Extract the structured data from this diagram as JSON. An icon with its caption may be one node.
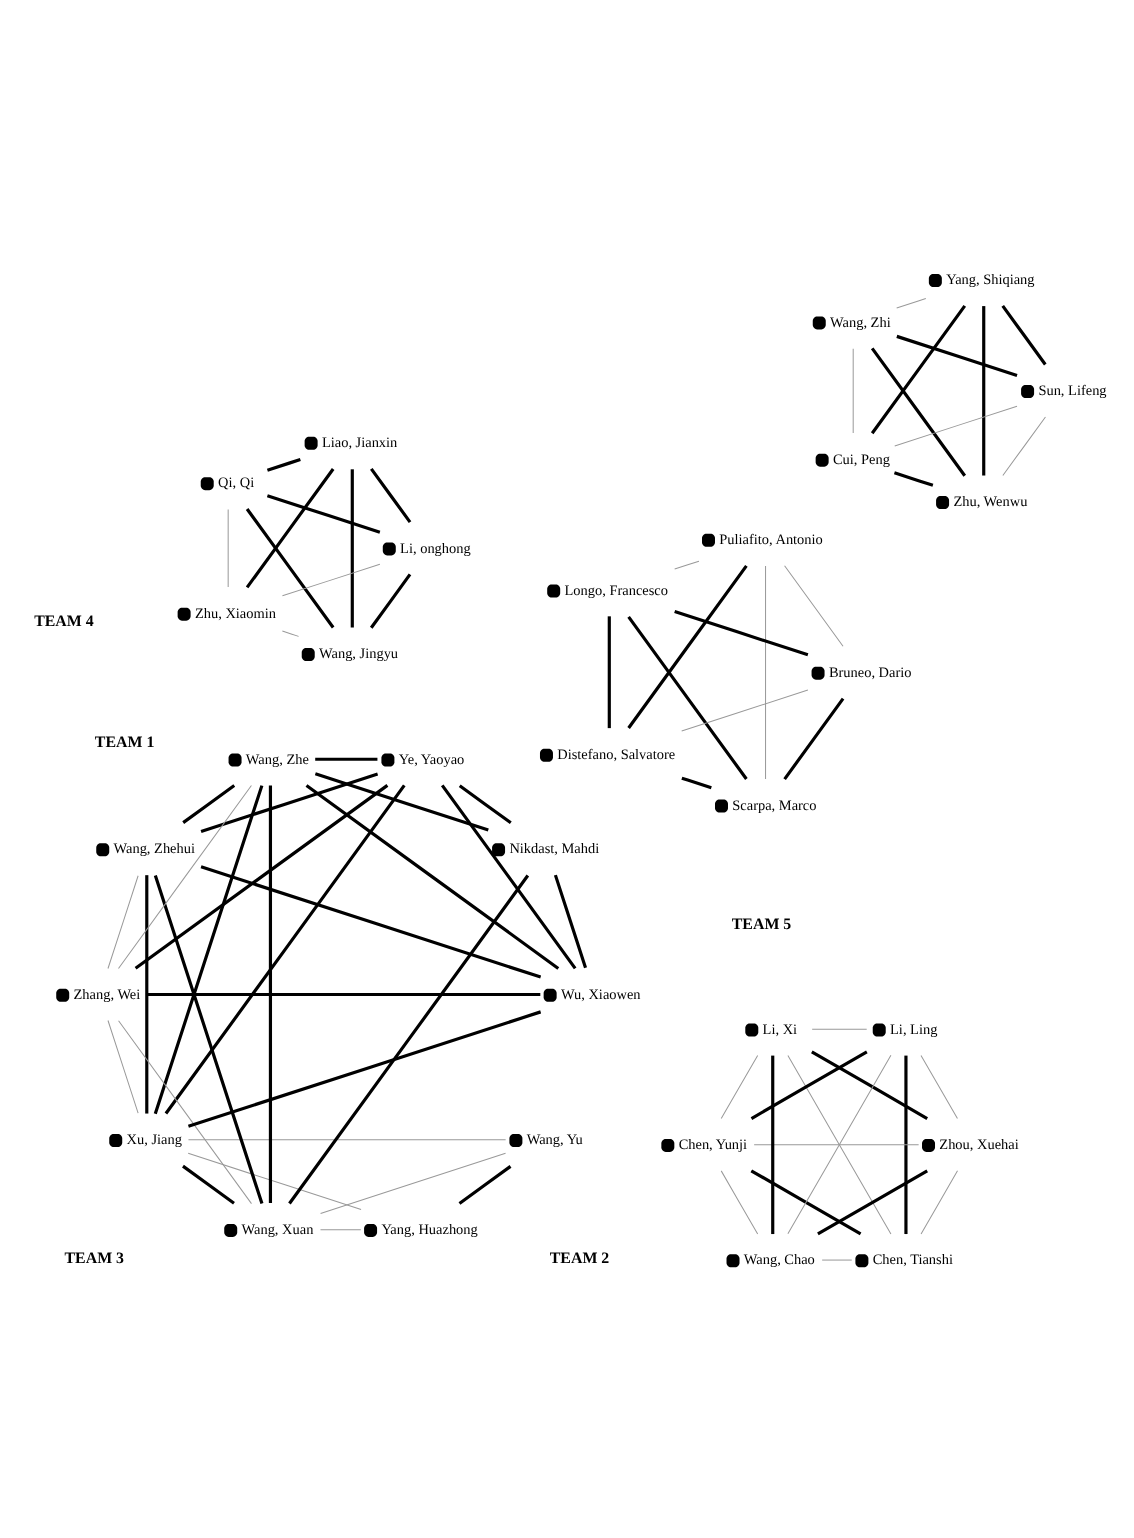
{
  "diagram": {
    "nodes": [
      {
        "text": [],
        "shape": "circle",
        "beside": [
          "Wang, Yu"
        ]
      },
      {
        "text": [],
        "shape": "circle",
        "beside": [
          "Xu, Jiang"
        ]
      },
      {
        "text": [],
        "shape": "circle",
        "beside": [
          "Ye, Yaoyao"
        ]
      },
      {
        "text": [],
        "shape": "circle",
        "beside": [
          "Wang, Zhehui"
        ]
      },
      {
        "text": [],
        "shape": "circle",
        "beside": [
          "Nikdast, Mahdi"
        ]
      },
      {
        "text": [],
        "shape": "circle",
        "beside": [
          "Wang, Xuan"
        ]
      },
      {
        "text": [],
        "shape": "circle",
        "beside": [
          "Yang, Huazhong"
        ]
      },
      {
        "text": [],
        "shape": "circle",
        "beside": [
          "Zhang, Wei"
        ]
      },
      {
        "text": [],
        "shape": "circle",
        "beside": [
          "Wu, Xiaowen"
        ]
      },
      {
        "text": [],
        "shape": "circle",
        "beside": [
          "Wang, Zhe"
        ]
      },
      {
        "text": [],
        "shape": "circle",
        "beside": [
          "Wang, Jingyu"
        ]
      },
      {
        "text": [],
        "shape": "circle",
        "beside": [
          "Li, onghong"
        ]
      },
      {
        "text": [],
        "shape": "circle",
        "beside": [
          "Qi, Qi"
        ]
      },
      {
        "text": [],
        "shape": "circle",
        "beside": [
          "Liao, Jianxin"
        ]
      },
      {
        "text": [],
        "shape": "circle",
        "beside": [
          "Zhu, Xiaomin"
        ]
      },
      {
        "text": [],
        "shape": "circle",
        "beside": [
          "Scarpa, Marco"
        ]
      },
      {
        "text": [],
        "shape": "circle",
        "beside": [
          "Bruneo, Dario"
        ]
      },
      {
        "text": [],
        "shape": "circle",
        "beside": [
          "Longo, Francesco"
        ]
      },
      {
        "text": [],
        "shape": "circle",
        "beside": [
          "Puliafito, Antonio"
        ]
      },
      {
        "text": [],
        "shape": "circle",
        "beside": [
          "Distefano, Salvatore"
        ]
      },
      {
        "text": [],
        "shape": "circle",
        "beside": [
          "Zhu, Wenwu"
        ]
      },
      {
        "text": [],
        "shape": "circle",
        "beside": [
          "Sun, Lifeng"
        ]
      },
      {
        "text": [],
        "shape": "circle",
        "beside": [
          "Wang, Zhi"
        ]
      },
      {
        "text": [],
        "shape": "circle",
        "beside": [
          "Yang, Shiqiang"
        ]
      },
      {
        "text": [],
        "shape": "circle",
        "beside": [
          "Cui, Peng"
        ]
      },
      {
        "text": [],
        "shape": "circle",
        "beside": [
          "Chen, Tianshi"
        ]
      },
      {
        "text": [],
        "shape": "circle",
        "beside": [
          "Zhou, Xuehai"
        ]
      },
      {
        "text": [],
        "shape": "circle",
        "beside": [
          "Chen, Yunji"
        ]
      },
      {
        "text": [],
        "shape": "circle",
        "beside": [
          "Li, Xi"
        ]
      },
      {
        "text": [],
        "shape": "circle",
        "beside": [
          "Li, Ling"
        ]
      },
      {
        "text": [],
        "shape": "circle",
        "beside": [
          "Wang, Chao"
        ]
      }
    ],
    "edges": [
      {
        "from": 0,
        "to": 1,
        "arrow": "none",
        "color": "#999999"
      },
      {
        "from": 0,
        "to": 5,
        "arrow": "none",
        "color": "#999999"
      },
      {
        "from": 0,
        "to": 6,
        "arrow": "none"
      },
      {
        "from": 2,
        "to": 1,
        "arrow": "none"
      },
      {
        "from": 2,
        "to": 3,
        "arrow": "none"
      },
      {
        "from": 2,
        "to": 4,
        "arrow": "none"
      },
      {
        "from": 2,
        "to": 7,
        "arrow": "none"
      },
      {
        "from": 2,
        "to": 8,
        "arrow": "none"
      },
      {
        "from": 2,
        "to": 9,
        "arrow": "none"
      },
      {
        "from": 1,
        "to": 3,
        "arrow": "none"
      },
      {
        "from": 1,
        "to": 6,
        "arrow": "none",
        "color": "#999999"
      },
      {
        "from": 1,
        "to": 7,
        "arrow": "none",
        "color": "#999999"
      },
      {
        "from": 1,
        "to": 9,
        "arrow": "none"
      },
      {
        "from": 5,
        "to": 1,
        "arrow": "none"
      },
      {
        "from": 5,
        "to": 3,
        "arrow": "none"
      },
      {
        "from": 5,
        "to": 4,
        "arrow": "none"
      },
      {
        "from": 5,
        "to": 6,
        "arrow": "none",
        "color": "#999999"
      },
      {
        "from": 5,
        "to": 7,
        "arrow": "none",
        "color": "#999999"
      },
      {
        "from": 5,
        "to": 9,
        "arrow": "none"
      },
      {
        "from": 8,
        "to": 1,
        "arrow": "none"
      },
      {
        "from": 8,
        "to": 3,
        "arrow": "none"
      },
      {
        "from": 8,
        "to": 4,
        "arrow": "none"
      },
      {
        "from": 8,
        "to": 7,
        "arrow": "none"
      },
      {
        "from": 8,
        "to": 9,
        "arrow": "none"
      },
      {
        "from": 3,
        "to": 7,
        "arrow": "none",
        "color": "#999999"
      },
      {
        "from": 3,
        "to": 9,
        "arrow": "none"
      },
      {
        "from": 4,
        "to": 9,
        "arrow": "none"
      },
      {
        "from": 7,
        "to": 9,
        "arrow": "none",
        "color": "#999999"
      },
      {
        "from": 10,
        "to": 11,
        "arrow": "none"
      },
      {
        "from": 10,
        "to": 12,
        "arrow": "none"
      },
      {
        "from": 10,
        "to": 13,
        "arrow": "none"
      },
      {
        "from": 10,
        "to": 14,
        "arrow": "none",
        "color": "#999999"
      },
      {
        "from": 11,
        "to": 12,
        "arrow": "none"
      },
      {
        "from": 11,
        "to": 13,
        "arrow": "none"
      },
      {
        "from": 11,
        "to": 14,
        "arrow": "none",
        "color": "#999999"
      },
      {
        "from": 13,
        "to": 12,
        "arrow": "none"
      },
      {
        "from": 13,
        "to": 14,
        "arrow": "none"
      },
      {
        "from": 12,
        "to": 14,
        "arrow": "none",
        "color": "#999999"
      },
      {
        "from": 15,
        "to": 16,
        "arrow": "none"
      },
      {
        "from": 15,
        "to": 17,
        "arrow": "none"
      },
      {
        "from": 15,
        "to": 19,
        "arrow": "none"
      },
      {
        "from": 15,
        "to": 18,
        "arrow": "none",
        "color": "#999999"
      },
      {
        "from": 16,
        "to": 17,
        "arrow": "none"
      },
      {
        "from": 16,
        "to": 18,
        "arrow": "none",
        "color": "#999999"
      },
      {
        "from": 16,
        "to": 19,
        "arrow": "none",
        "color": "#999999"
      },
      {
        "from": 17,
        "to": 18,
        "arrow": "none",
        "color": "#999999"
      },
      {
        "from": 17,
        "to": 19,
        "arrow": "none"
      },
      {
        "from": 18,
        "to": 19,
        "arrow": "none"
      },
      {
        "from": 20,
        "to": 21,
        "arrow": "none",
        "color": "#999999"
      },
      {
        "from": 20,
        "to": 22,
        "arrow": "none"
      },
      {
        "from": 20,
        "to": 23,
        "arrow": "none"
      },
      {
        "from": 20,
        "to": 24,
        "arrow": "none"
      },
      {
        "from": 21,
        "to": 22,
        "arrow": "none"
      },
      {
        "from": 21,
        "to": 23,
        "arrow": "none"
      },
      {
        "from": 21,
        "to": 24,
        "arrow": "none",
        "color": "#999999"
      },
      {
        "from": 22,
        "to": 23,
        "arrow": "none",
        "color": "#999999"
      },
      {
        "from": 22,
        "to": 24,
        "arrow": "none",
        "color": "#999999"
      },
      {
        "from": 23,
        "to": 24,
        "arrow": "none"
      },
      {
        "from": 25,
        "to": 26,
        "arrow": "none",
        "color": "#999999"
      },
      {
        "from": 25,
        "to": 27,
        "arrow": "none"
      },
      {
        "from": 25,
        "to": 29,
        "arrow": "none"
      },
      {
        "from": 25,
        "to": 28,
        "arrow": "none",
        "color": "#999999"
      },
      {
        "from": 25,
        "to": 30,
        "arrow": "none",
        "color": "#999999"
      },
      {
        "from": 26,
        "to": 27,
        "arrow": "none",
        "color": "#999999"
      },
      {
        "from": 26,
        "to": 29,
        "arrow": "none",
        "color": "#999999"
      },
      {
        "from": 26,
        "to": 30,
        "arrow": "none"
      },
      {
        "from": 26,
        "to": 28,
        "arrow": "none"
      },
      {
        "from": 27,
        "to": 28,
        "arrow": "none",
        "color": "#999999"
      },
      {
        "from": 27,
        "to": 30,
        "arrow": "none",
        "color": "#999999"
      },
      {
        "from": 27,
        "to": 29,
        "arrow": "none"
      },
      {
        "from": 29,
        "to": 28,
        "arrow": "none",
        "color": "#999999"
      },
      {
        "from": 29,
        "to": 30,
        "arrow": "none",
        "color": "#999999"
      },
      {
        "from": 30,
        "to": 28,
        "arrow": "none"
      }
    ],
    "labels": [
      "TEAM 1",
      "TEAM 2",
      "TEAM 3",
      "TEAM 4",
      "TEAM 5"
    ]
  }
}
